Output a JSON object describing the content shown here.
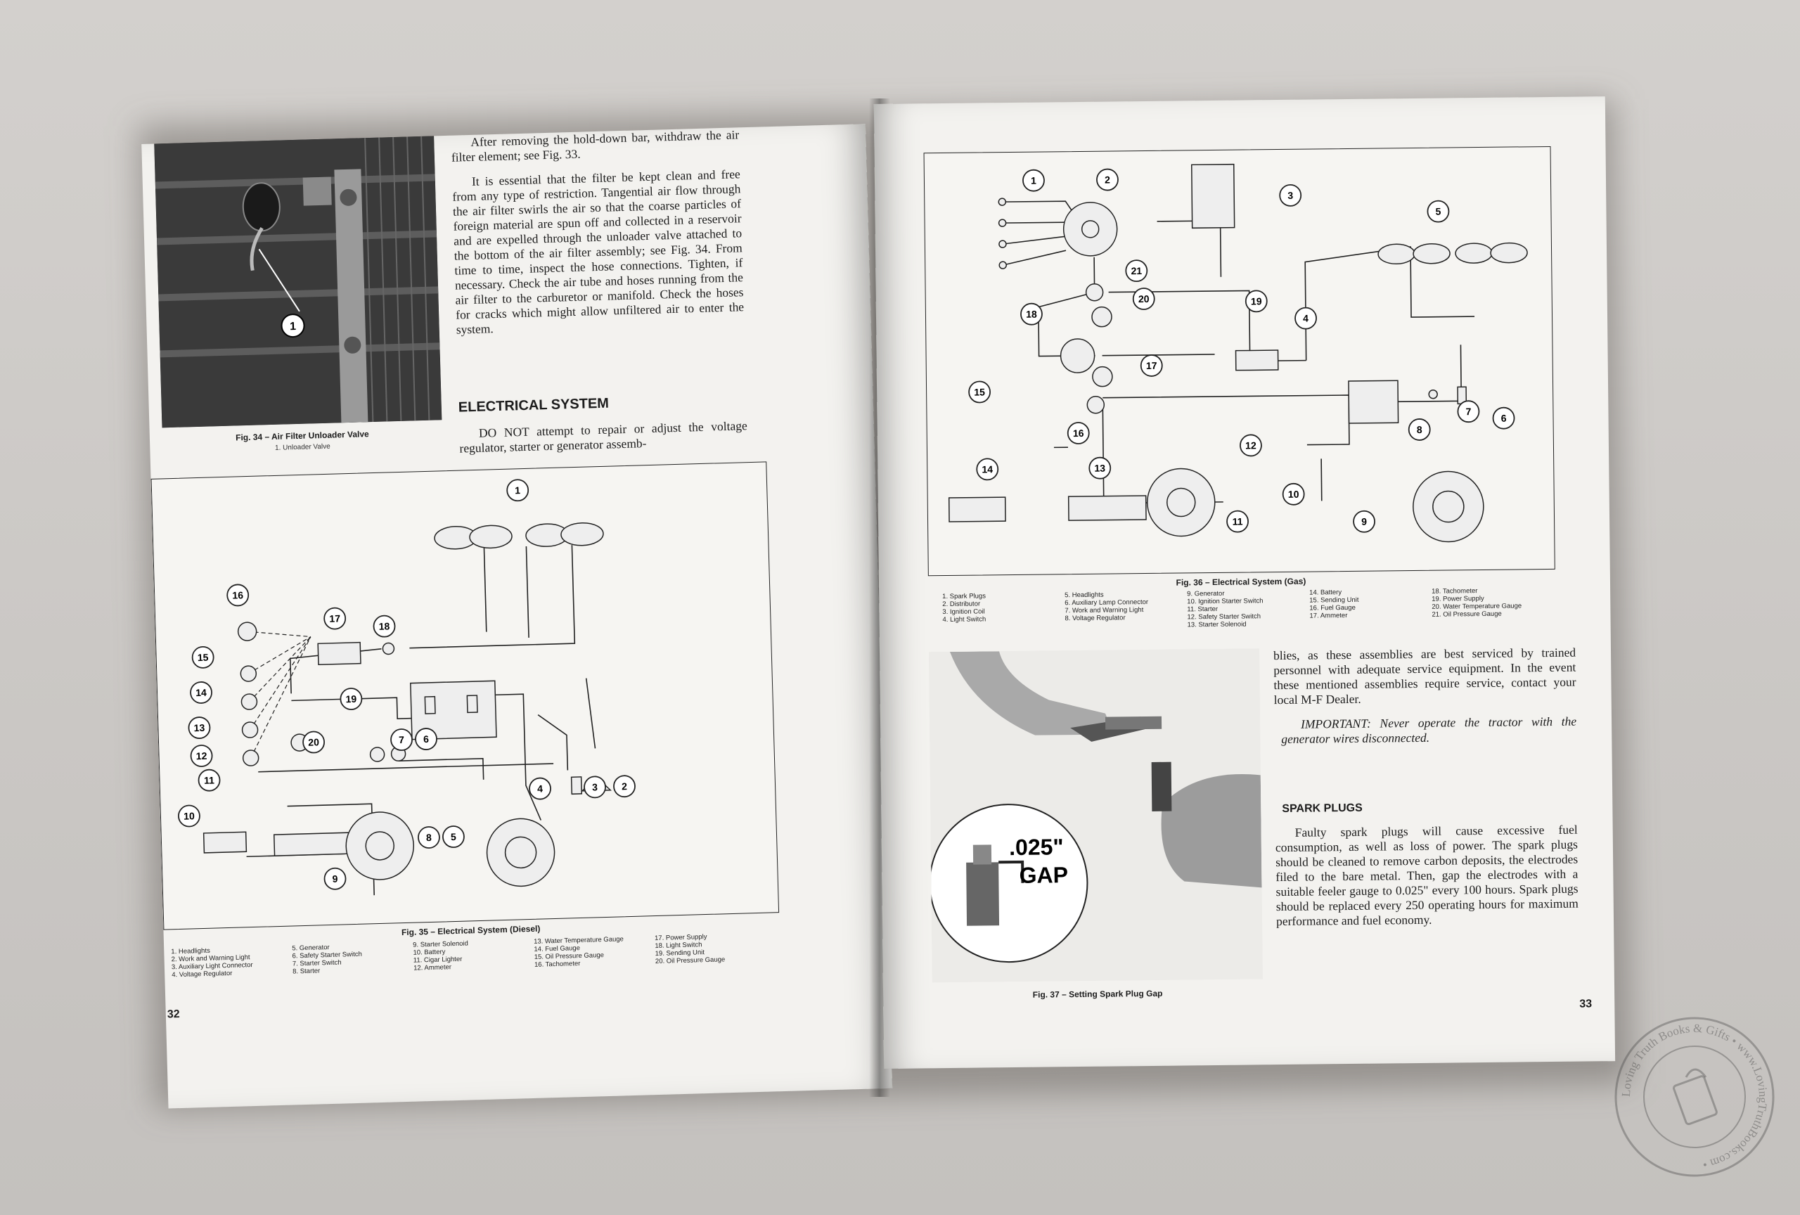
{
  "left": {
    "fig34": {
      "caption": "Fig. 34 – Air Filter Unloader Valve",
      "sub": "1. Unloader Valve",
      "callout": "1"
    },
    "para1": "After removing the hold-down bar, withdraw the air filter element; see Fig. 33.",
    "para2": "It is essential that the filter be kept clean and free from any type of restriction. Tangential air flow through the air filter swirls the air so that the coarse particles of foreign material are spun off and collected in a reservoir and are expelled through the unloader valve attached to the bottom of the air filter assembly; see Fig. 34. From time to time, inspect the hose connections. Tighten, if necessary. Check the air tube and hoses running from the air filter to the carburetor or manifold. Check the hoses for cracks which might allow unfiltered air to enter the system.",
    "heading": "ELECTRICAL SYSTEM",
    "para3": "DO NOT attempt to repair or adjust the voltage regulator, starter or generator assemb-",
    "fig35": {
      "caption": "Fig. 35 – Electrical System (Diesel)",
      "legend": [
        "1. Headlights",
        "2. Work and Warning Light",
        "3. Auxiliary Light Connector",
        "4. Voltage Regulator",
        "5. Generator",
        "6. Safety Starter Switch",
        "7. Starter Switch",
        "8. Starter",
        "9. Starter Solenoid",
        "10. Battery",
        "11. Cigar Lighter",
        "12. Ammeter",
        "13. Water Temperature Gauge",
        "14. Fuel Gauge",
        "15. Oil Pressure Gauge",
        "16. Tachometer",
        "17. Power Supply",
        "18. Light Switch",
        "19. Sending Unit",
        "20. Oil Pressure Gauge"
      ],
      "callouts": [
        "1",
        "2",
        "3",
        "4",
        "5",
        "6",
        "7",
        "8",
        "9",
        "10",
        "11",
        "12",
        "13",
        "14",
        "15",
        "16",
        "17",
        "18",
        "19",
        "20"
      ]
    },
    "page_number": "32"
  },
  "right": {
    "fig36": {
      "caption": "Fig. 36 – Electrical System (Gas)",
      "legend": [
        "1. Spark Plugs",
        "2. Distributor",
        "3. Ignition Coil",
        "4. Light Switch",
        "5. Headlights",
        "6. Auxiliary Lamp Connector",
        "7. Work and Warning Light",
        "8. Voltage Regulator",
        "9. Generator",
        "10. Ignition Starter Switch",
        "11. Starter",
        "12. Safety Starter Switch",
        "13. Starter Solenoid",
        "14. Battery",
        "15. Sending Unit",
        "16. Fuel Gauge",
        "17. Ammeter",
        "18. Tachometer",
        "19. Power Supply",
        "20. Water Temperature Gauge",
        "21. Oil Pressure Gauge"
      ],
      "callouts": [
        "1",
        "2",
        "3",
        "4",
        "5",
        "6",
        "7",
        "8",
        "9",
        "10",
        "11",
        "12",
        "13",
        "14",
        "15",
        "16",
        "17",
        "18",
        "19",
        "20",
        "21"
      ]
    },
    "fig37": {
      "caption": "Fig. 37 – Setting Spark Plug Gap",
      "gap_value": ".025\"",
      "gap_label": "GAP"
    },
    "para1": "blies, as these assemblies are best serviced by trained personnel with adequate service equipment. In the event these mentioned assemblies require service, contact your local M-F Dealer.",
    "important": "IMPORTANT: Never operate the tractor with the generator wires disconnected.",
    "heading": "SPARK PLUGS",
    "para2": "Faulty spark plugs will cause excessive fuel consumption, as well as loss of power. The spark plugs should be cleaned to remove carbon deposits, the electrodes filed to the bare metal. Then, gap the electrodes with a suitable feeler gauge to 0.025\" every 100 hours. Spark plugs should be replaced every 250 operating hours for maximum performance and fuel economy.",
    "page_number": "33"
  },
  "watermark": {
    "text": "Loving Truth Books & Gifts • www.LovingTruthBooks.com •"
  }
}
